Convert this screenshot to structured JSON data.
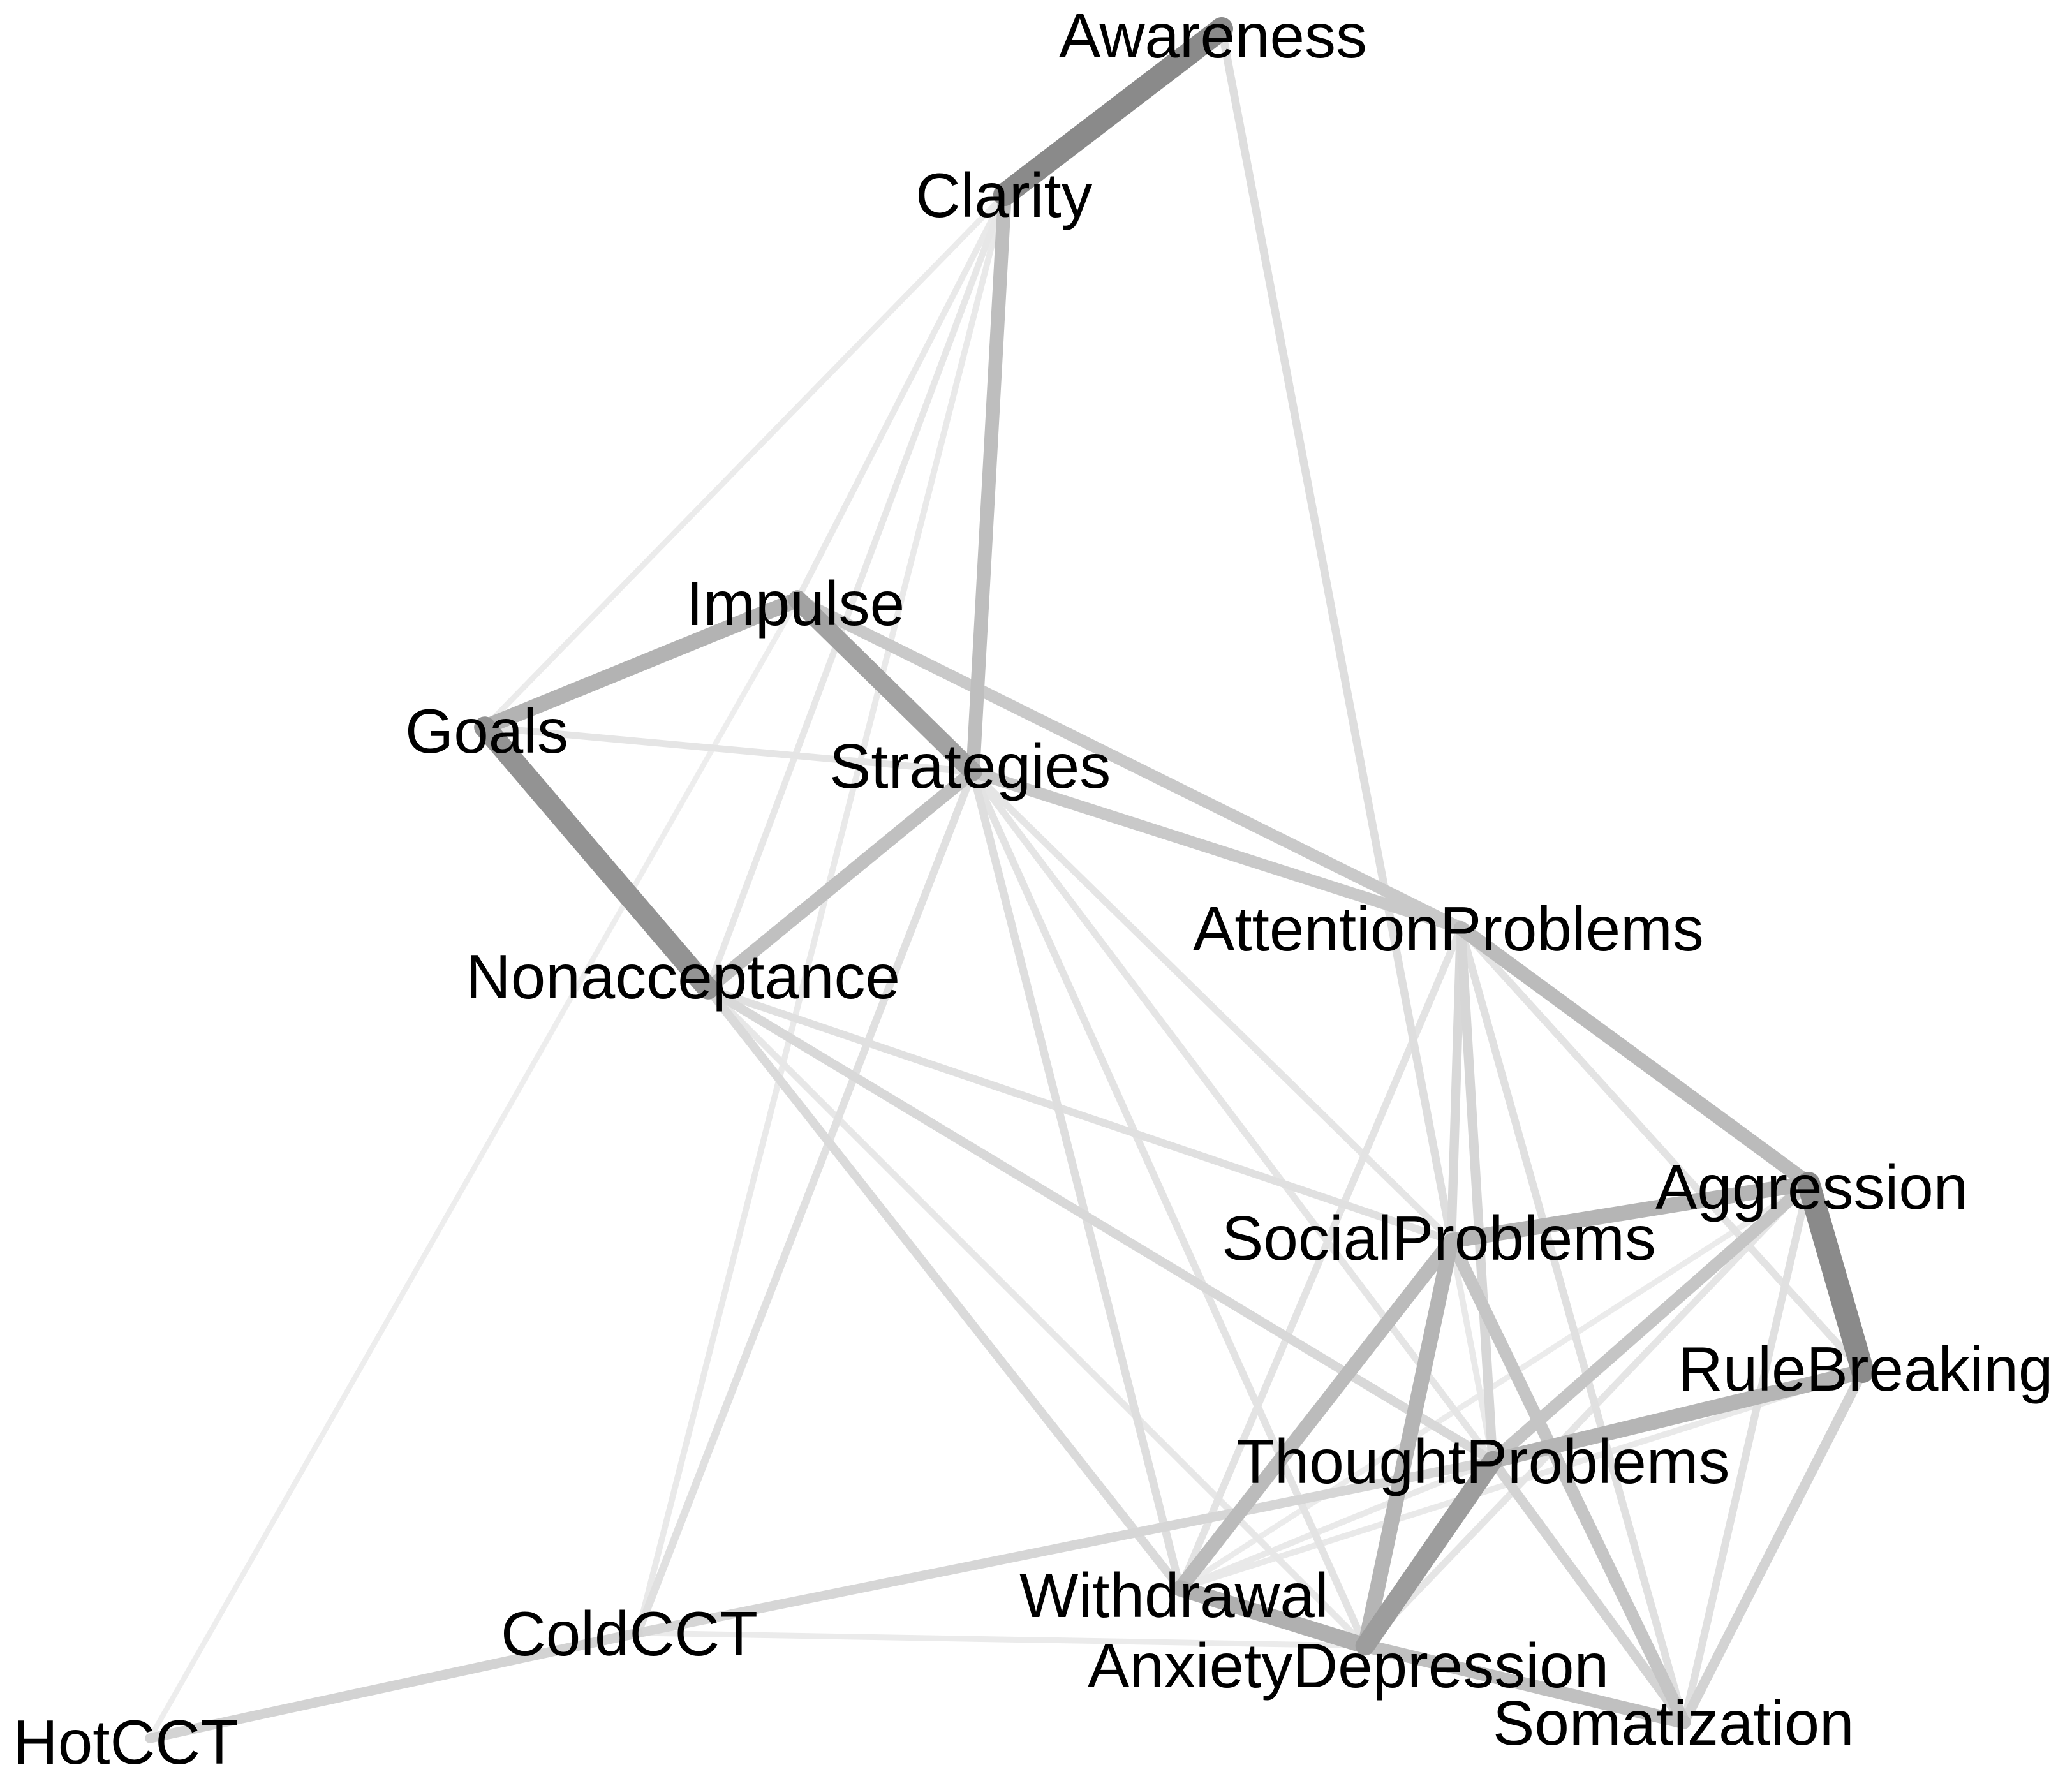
{
  "nodes": [
    {
      "id": "Awareness",
      "label": "Awareness"
    },
    {
      "id": "Clarity",
      "label": "Clarity"
    },
    {
      "id": "Impulse",
      "label": "Impulse"
    },
    {
      "id": "Goals",
      "label": "Goals"
    },
    {
      "id": "Strategies",
      "label": "Strategies"
    },
    {
      "id": "Nonacceptance",
      "label": "Nonacceptance"
    },
    {
      "id": "AttentionProblems",
      "label": "AttentionProblems"
    },
    {
      "id": "Aggression",
      "label": "Aggression"
    },
    {
      "id": "SocialProblems",
      "label": "SocialProblems"
    },
    {
      "id": "RuleBreaking",
      "label": "RuleBreaking"
    },
    {
      "id": "ThoughtProblems",
      "label": "ThoughtProblems"
    },
    {
      "id": "Withdrawal",
      "label": "Withdrawal"
    },
    {
      "id": "ColdCCT",
      "label": "ColdCCT"
    },
    {
      "id": "AnxietyDepression",
      "label": "AnxietyDepression"
    },
    {
      "id": "Somatization",
      "label": "Somatization"
    },
    {
      "id": "HotCCT",
      "label": "HotCCT"
    }
  ],
  "edges": [
    {
      "source": "Awareness",
      "target": "Clarity",
      "weight": 1.0
    },
    {
      "source": "Aggression",
      "target": "RuleBreaking",
      "weight": 1.0
    },
    {
      "source": "Goals",
      "target": "Nonacceptance",
      "weight": 0.92
    },
    {
      "source": "ThoughtProblems",
      "target": "AnxietyDepression",
      "weight": 0.82
    },
    {
      "source": "Impulse",
      "target": "Strategies",
      "weight": 0.78
    },
    {
      "source": "Goals",
      "target": "Impulse",
      "weight": 0.62
    },
    {
      "source": "Clarity",
      "target": "Strategies",
      "weight": 0.52
    },
    {
      "source": "SocialProblems",
      "target": "Aggression",
      "weight": 0.6
    },
    {
      "source": "ThoughtProblems",
      "target": "RuleBreaking",
      "weight": 0.6
    },
    {
      "source": "AttentionProblems",
      "target": "Aggression",
      "weight": 0.55
    },
    {
      "source": "SocialProblems",
      "target": "Withdrawal",
      "weight": 0.55
    },
    {
      "source": "SocialProblems",
      "target": "AnxietyDepression",
      "weight": 0.6
    },
    {
      "source": "Withdrawal",
      "target": "AnxietyDepression",
      "weight": 0.65
    },
    {
      "source": "ThoughtProblems",
      "target": "Aggression",
      "weight": 0.45
    },
    {
      "source": "Strategies",
      "target": "Nonacceptance",
      "weight": 0.5
    },
    {
      "source": "Impulse",
      "target": "AttentionProblems",
      "weight": 0.42
    },
    {
      "source": "Strategies",
      "target": "AttentionProblems",
      "weight": 0.42
    },
    {
      "source": "SocialProblems",
      "target": "Somatization",
      "weight": 0.45
    },
    {
      "source": "AnxietyDepression",
      "target": "Somatization",
      "weight": 0.5
    },
    {
      "source": "ColdCCT",
      "target": "HotCCT",
      "weight": 0.32
    },
    {
      "source": "ColdCCT",
      "target": "ThoughtProblems",
      "weight": 0.3
    },
    {
      "source": "RuleBreaking",
      "target": "Somatization",
      "weight": 0.32
    },
    {
      "source": "ThoughtProblems",
      "target": "Somatization",
      "weight": 0.32
    },
    {
      "source": "AttentionProblems",
      "target": "ThoughtProblems",
      "weight": 0.3
    },
    {
      "source": "AttentionProblems",
      "target": "SocialProblems",
      "weight": 0.28
    },
    {
      "source": "Nonacceptance",
      "target": "ThoughtProblems",
      "weight": 0.28
    },
    {
      "source": "Nonacceptance",
      "target": "Withdrawal",
      "weight": 0.26
    },
    {
      "source": "Awareness",
      "target": "SocialProblems",
      "weight": 0.22
    },
    {
      "source": "Strategies",
      "target": "Withdrawal",
      "weight": 0.22
    },
    {
      "source": "Strategies",
      "target": "ColdCCT",
      "weight": 0.2
    },
    {
      "source": "Nonacceptance",
      "target": "SocialProblems",
      "weight": 0.2
    },
    {
      "source": "AttentionProblems",
      "target": "Somatization",
      "weight": 0.2
    },
    {
      "source": "AttentionProblems",
      "target": "RuleBreaking",
      "weight": 0.18
    },
    {
      "source": "AttentionProblems",
      "target": "Withdrawal",
      "weight": 0.18
    },
    {
      "source": "Aggression",
      "target": "Somatization",
      "weight": 0.2
    },
    {
      "source": "Aggression",
      "target": "AnxietyDepression",
      "weight": 0.16
    },
    {
      "source": "Strategies",
      "target": "SocialProblems",
      "weight": 0.16
    },
    {
      "source": "Strategies",
      "target": "ThoughtProblems",
      "weight": 0.16
    },
    {
      "source": "Strategies",
      "target": "AnxietyDepression",
      "weight": 0.18
    },
    {
      "source": "Clarity",
      "target": "Nonacceptance",
      "weight": 0.14
    },
    {
      "source": "Clarity",
      "target": "Impulse",
      "weight": 0.12
    },
    {
      "source": "Clarity",
      "target": "Goals",
      "weight": 0.1
    },
    {
      "source": "Clarity",
      "target": "ColdCCT",
      "weight": 0.12
    },
    {
      "source": "Goals",
      "target": "Strategies",
      "weight": 0.16
    },
    {
      "source": "Impulse",
      "target": "HotCCT",
      "weight": 0.08
    },
    {
      "source": "Nonacceptance",
      "target": "AnxietyDepression",
      "weight": 0.14
    },
    {
      "source": "ColdCCT",
      "target": "AnxietyDepression",
      "weight": 0.1
    },
    {
      "source": "RuleBreaking",
      "target": "Withdrawal",
      "weight": 0.12
    },
    {
      "source": "ThoughtProblems",
      "target": "Withdrawal",
      "weight": 0.12
    },
    {
      "source": "SocialProblems",
      "target": "ThoughtProblems",
      "weight": 0.12
    },
    {
      "source": "Aggression",
      "target": "Withdrawal",
      "weight": 0.1
    }
  ]
}
